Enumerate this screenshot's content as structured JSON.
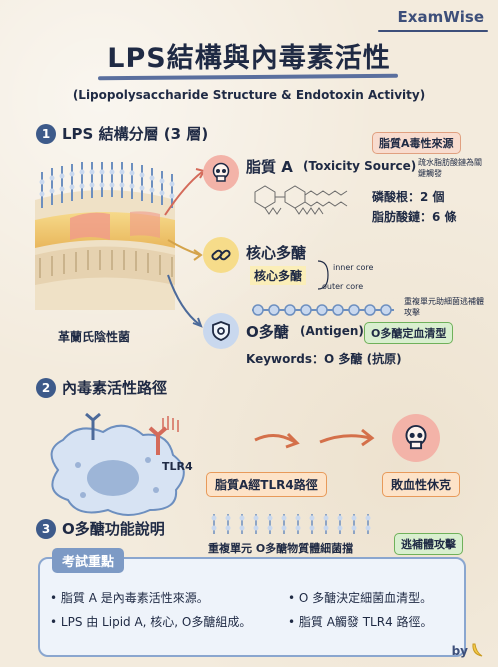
{
  "brand": "ExamWise",
  "title": "LPS結構與內毒素活性",
  "subtitle": "(Lipopolysaccharide Structure & Endotoxin Activity)",
  "section1": {
    "number": "1",
    "title": "LPS 結構分層 (3 層)",
    "bacteria_label": "革蘭氏陰性菌",
    "top_tag": "脂質A毒性來源",
    "lipid_a": {
      "label": "脂質 A",
      "label_en": "(Toxicity Source)",
      "note": "疏水脂肪酸鏈為關鍵觸發",
      "phosphate": "磷酸根：2 個",
      "fatty_acid": "脂肪酸鏈：6 條"
    },
    "core": {
      "label": "核心多醣",
      "sub_label": "核心多醣",
      "inner": "inner core",
      "outer": "outer core"
    },
    "o_antigen": {
      "label": "O多醣",
      "label_en": "(Antigen)",
      "tag": "O多醣定血清型",
      "repeat_note": "重複單元助細菌逃補體攻擊",
      "keywords": "Keywords：O 多醣 (抗原)"
    }
  },
  "section2": {
    "number": "2",
    "title": "內毒素活性路徑",
    "receptor_label": "TLR4",
    "pathway_tag": "脂質A經TLR4路徑",
    "outcome_tag": "敗血性休克"
  },
  "section3": {
    "number": "3",
    "title": "O多醣功能說明",
    "repeat_label": "重複單元 O多醣物質體細菌擋",
    "evade_tag": "逃補體攻擊"
  },
  "exam": {
    "tag": "考試重點",
    "items": [
      "• 脂質 A 是內毒素活性來源。",
      "• O 多醣決定細菌血清型。",
      "• LPS 由 Lipid A, 核心, O多醣組成。",
      "• 脂質 A觸發 TLR4 路徑。"
    ]
  },
  "footer": "by",
  "colors": {
    "navy": "#1f2a44",
    "accent_blue": "#3d5a8a",
    "red": "#e07a6a",
    "yellow": "#f2c94c",
    "green": "#6fb15a"
  }
}
